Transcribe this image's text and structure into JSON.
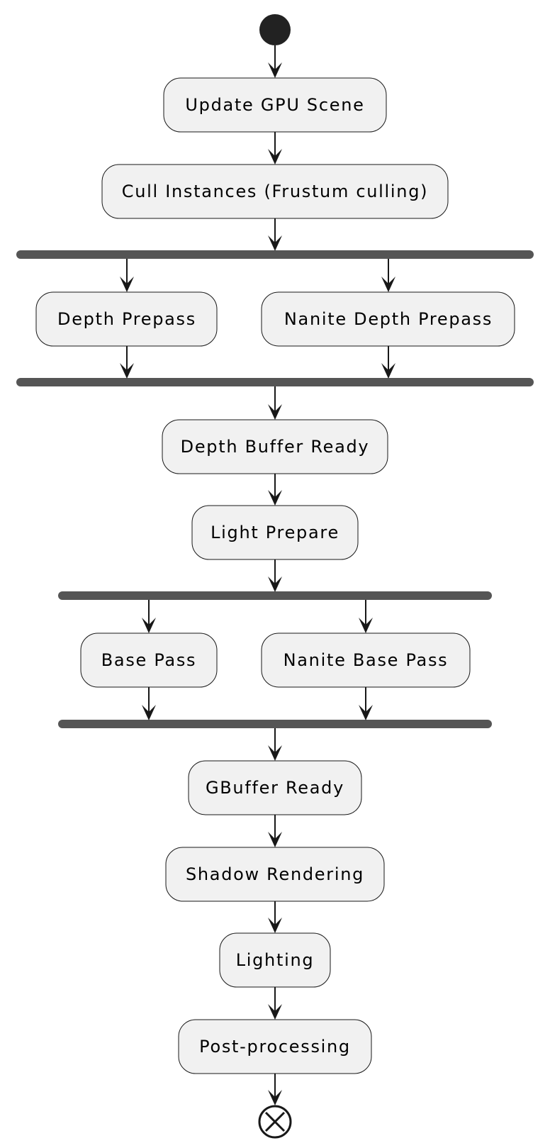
{
  "diagram": {
    "type": "activity",
    "colors": {
      "activity_fill": "#f1f1f1",
      "border": "#181818",
      "fork_bar": "#555555",
      "start_node": "#222222"
    },
    "nodes": {
      "start": {
        "kind": "start"
      },
      "update_gpu_scene": {
        "label": "Update GPU Scene"
      },
      "cull_instances": {
        "label": "Cull Instances (Frustum culling)"
      },
      "fork1": {
        "kind": "fork"
      },
      "depth_prepass": {
        "label": "Depth Prepass"
      },
      "nanite_depth_prepass": {
        "label": "Nanite Depth Prepass"
      },
      "join1": {
        "kind": "join"
      },
      "depth_buffer_ready": {
        "label": "Depth Buffer Ready"
      },
      "light_prepare": {
        "label": "Light Prepare"
      },
      "fork2": {
        "kind": "fork"
      },
      "base_pass": {
        "label": "Base Pass"
      },
      "nanite_base_pass": {
        "label": "Nanite Base Pass"
      },
      "join2": {
        "kind": "join"
      },
      "gbuffer_ready": {
        "label": "GBuffer Ready"
      },
      "shadow_rendering": {
        "label": "Shadow Rendering"
      },
      "lighting": {
        "label": "Lighting"
      },
      "post_processing": {
        "label": "Post-processing"
      },
      "end": {
        "kind": "end"
      }
    },
    "edges": [
      [
        "start",
        "update_gpu_scene"
      ],
      [
        "update_gpu_scene",
        "cull_instances"
      ],
      [
        "cull_instances",
        "fork1"
      ],
      [
        "fork1",
        "depth_prepass"
      ],
      [
        "fork1",
        "nanite_depth_prepass"
      ],
      [
        "depth_prepass",
        "join1"
      ],
      [
        "nanite_depth_prepass",
        "join1"
      ],
      [
        "join1",
        "depth_buffer_ready"
      ],
      [
        "depth_buffer_ready",
        "light_prepare"
      ],
      [
        "light_prepare",
        "fork2"
      ],
      [
        "fork2",
        "base_pass"
      ],
      [
        "fork2",
        "nanite_base_pass"
      ],
      [
        "base_pass",
        "join2"
      ],
      [
        "nanite_base_pass",
        "join2"
      ],
      [
        "join2",
        "gbuffer_ready"
      ],
      [
        "gbuffer_ready",
        "shadow_rendering"
      ],
      [
        "shadow_rendering",
        "lighting"
      ],
      [
        "lighting",
        "post_processing"
      ],
      [
        "post_processing",
        "end"
      ]
    ]
  }
}
